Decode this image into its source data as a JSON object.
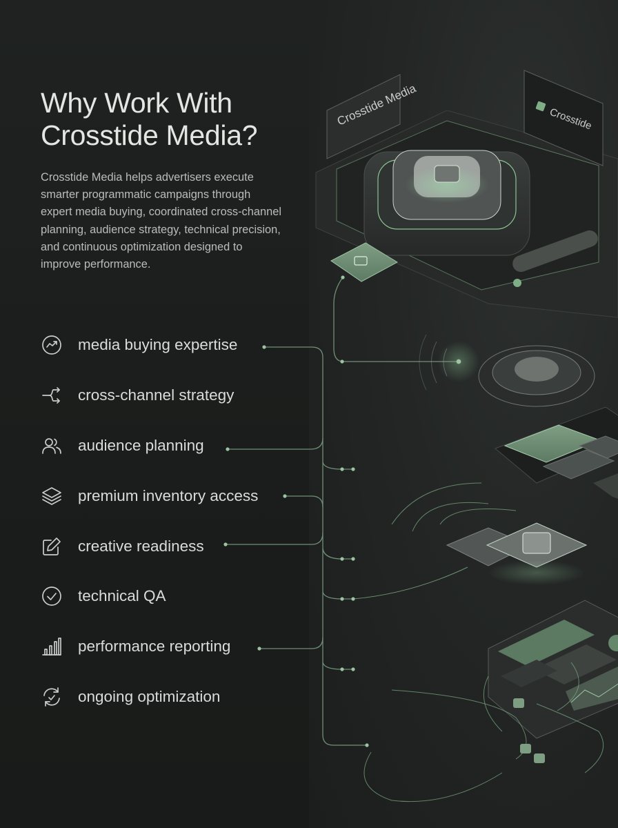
{
  "header": {
    "title_line1": "Why Work With",
    "title_line2": "Crosstide Media?"
  },
  "description": "Crosstide Media helps advertisers execute smarter programmatic campaigns through expert media buying, coordinated cross-channel planning, audience strategy, technical precision, and continuous optimization designed to improve performance.",
  "features": [
    {
      "label": "media buying expertise",
      "icon": "trend-chart-icon"
    },
    {
      "label": "cross-channel strategy",
      "icon": "split-arrows-icon"
    },
    {
      "label": "audience planning",
      "icon": "users-icon"
    },
    {
      "label": "premium inventory access",
      "icon": "layers-icon"
    },
    {
      "label": "creative readiness",
      "icon": "edit-icon"
    },
    {
      "label": "technical QA",
      "icon": "check-circle-icon"
    },
    {
      "label": "performance reporting",
      "icon": "bar-chart-icon"
    },
    {
      "label": "ongoing optimization",
      "icon": "refresh-icon"
    }
  ],
  "illustration": {
    "sign_left": "Crosstide Media",
    "sign_right": "Crosstide"
  },
  "colors": {
    "background": "#1c1e1d",
    "accent": "#7fae86",
    "text": "#d9dcda",
    "muted": "#b9bdba"
  }
}
